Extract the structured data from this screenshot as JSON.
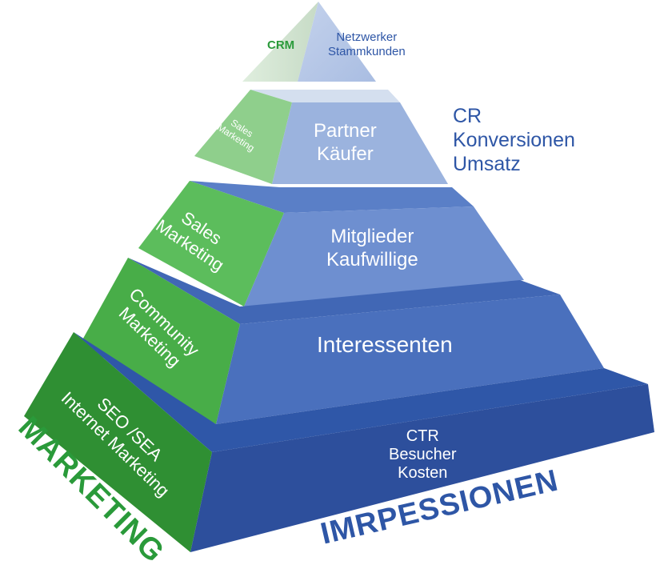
{
  "top": {
    "left_label": "CRM",
    "right_label": [
      "Netzwerker",
      "Stammkunden"
    ]
  },
  "side_labels": {
    "cr": [
      "CR",
      "Konversionen",
      "Umsatz"
    ]
  },
  "levels": [
    {
      "left": [
        "Sales",
        "Marketing"
      ],
      "right": [
        "Partner",
        "Käufer"
      ]
    },
    {
      "left": [
        "Sales",
        "Marketing"
      ],
      "right": [
        "Mitglieder",
        "Kaufwillige"
      ]
    },
    {
      "left": [
        "Community",
        "Marketing"
      ],
      "right": [
        "Interessenten"
      ]
    },
    {
      "left": [
        "SEO /SEA",
        "Internet Marketing"
      ],
      "right": [
        "CTR",
        "Besucher",
        "Kosten"
      ]
    }
  ],
  "bottom": {
    "marketing": "MARKETING",
    "impressionen": "IMRPESSIONEN"
  },
  "colors": {
    "green_light": "#a8d8a8",
    "green_mid": "#5cbd5c",
    "green_dark": "#2e8b2e",
    "blue_light": "#a9bfe3",
    "blue_mid": "#5a7fc7",
    "blue_dark": "#2d4f9c"
  }
}
